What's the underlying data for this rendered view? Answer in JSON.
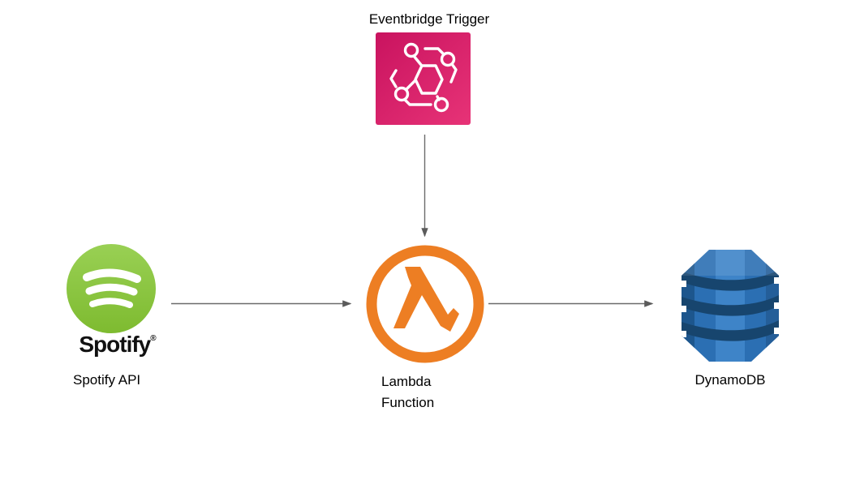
{
  "diagram": {
    "background_color": "#FFFFFF",
    "arrow_color": "#666666",
    "nodes": {
      "eventbridge": {
        "label": "Eventbridge Trigger",
        "icon": "eventbridge-icon",
        "accent_color_start": "#C9135F",
        "accent_color_end": "#E73377"
      },
      "spotify": {
        "label": "Spotify API",
        "wordmark": "Spotify",
        "registered_mark": "®",
        "icon": "spotify-icon",
        "accent_color": "#8CC63F"
      },
      "lambda": {
        "label": [
          "Lambda",
          "Function"
        ],
        "icon": "lambda-icon",
        "accent_color": "#ED7E23"
      },
      "dynamodb": {
        "label": "DynamoDB",
        "icon": "dynamodb-icon",
        "accent_color": "#2D72B8",
        "band_color": "#17456E"
      }
    },
    "edges": [
      {
        "from": "eventbridge",
        "to": "lambda",
        "direction": "down"
      },
      {
        "from": "spotify",
        "to": "lambda",
        "direction": "right"
      },
      {
        "from": "lambda",
        "to": "dynamodb",
        "direction": "right"
      }
    ]
  }
}
